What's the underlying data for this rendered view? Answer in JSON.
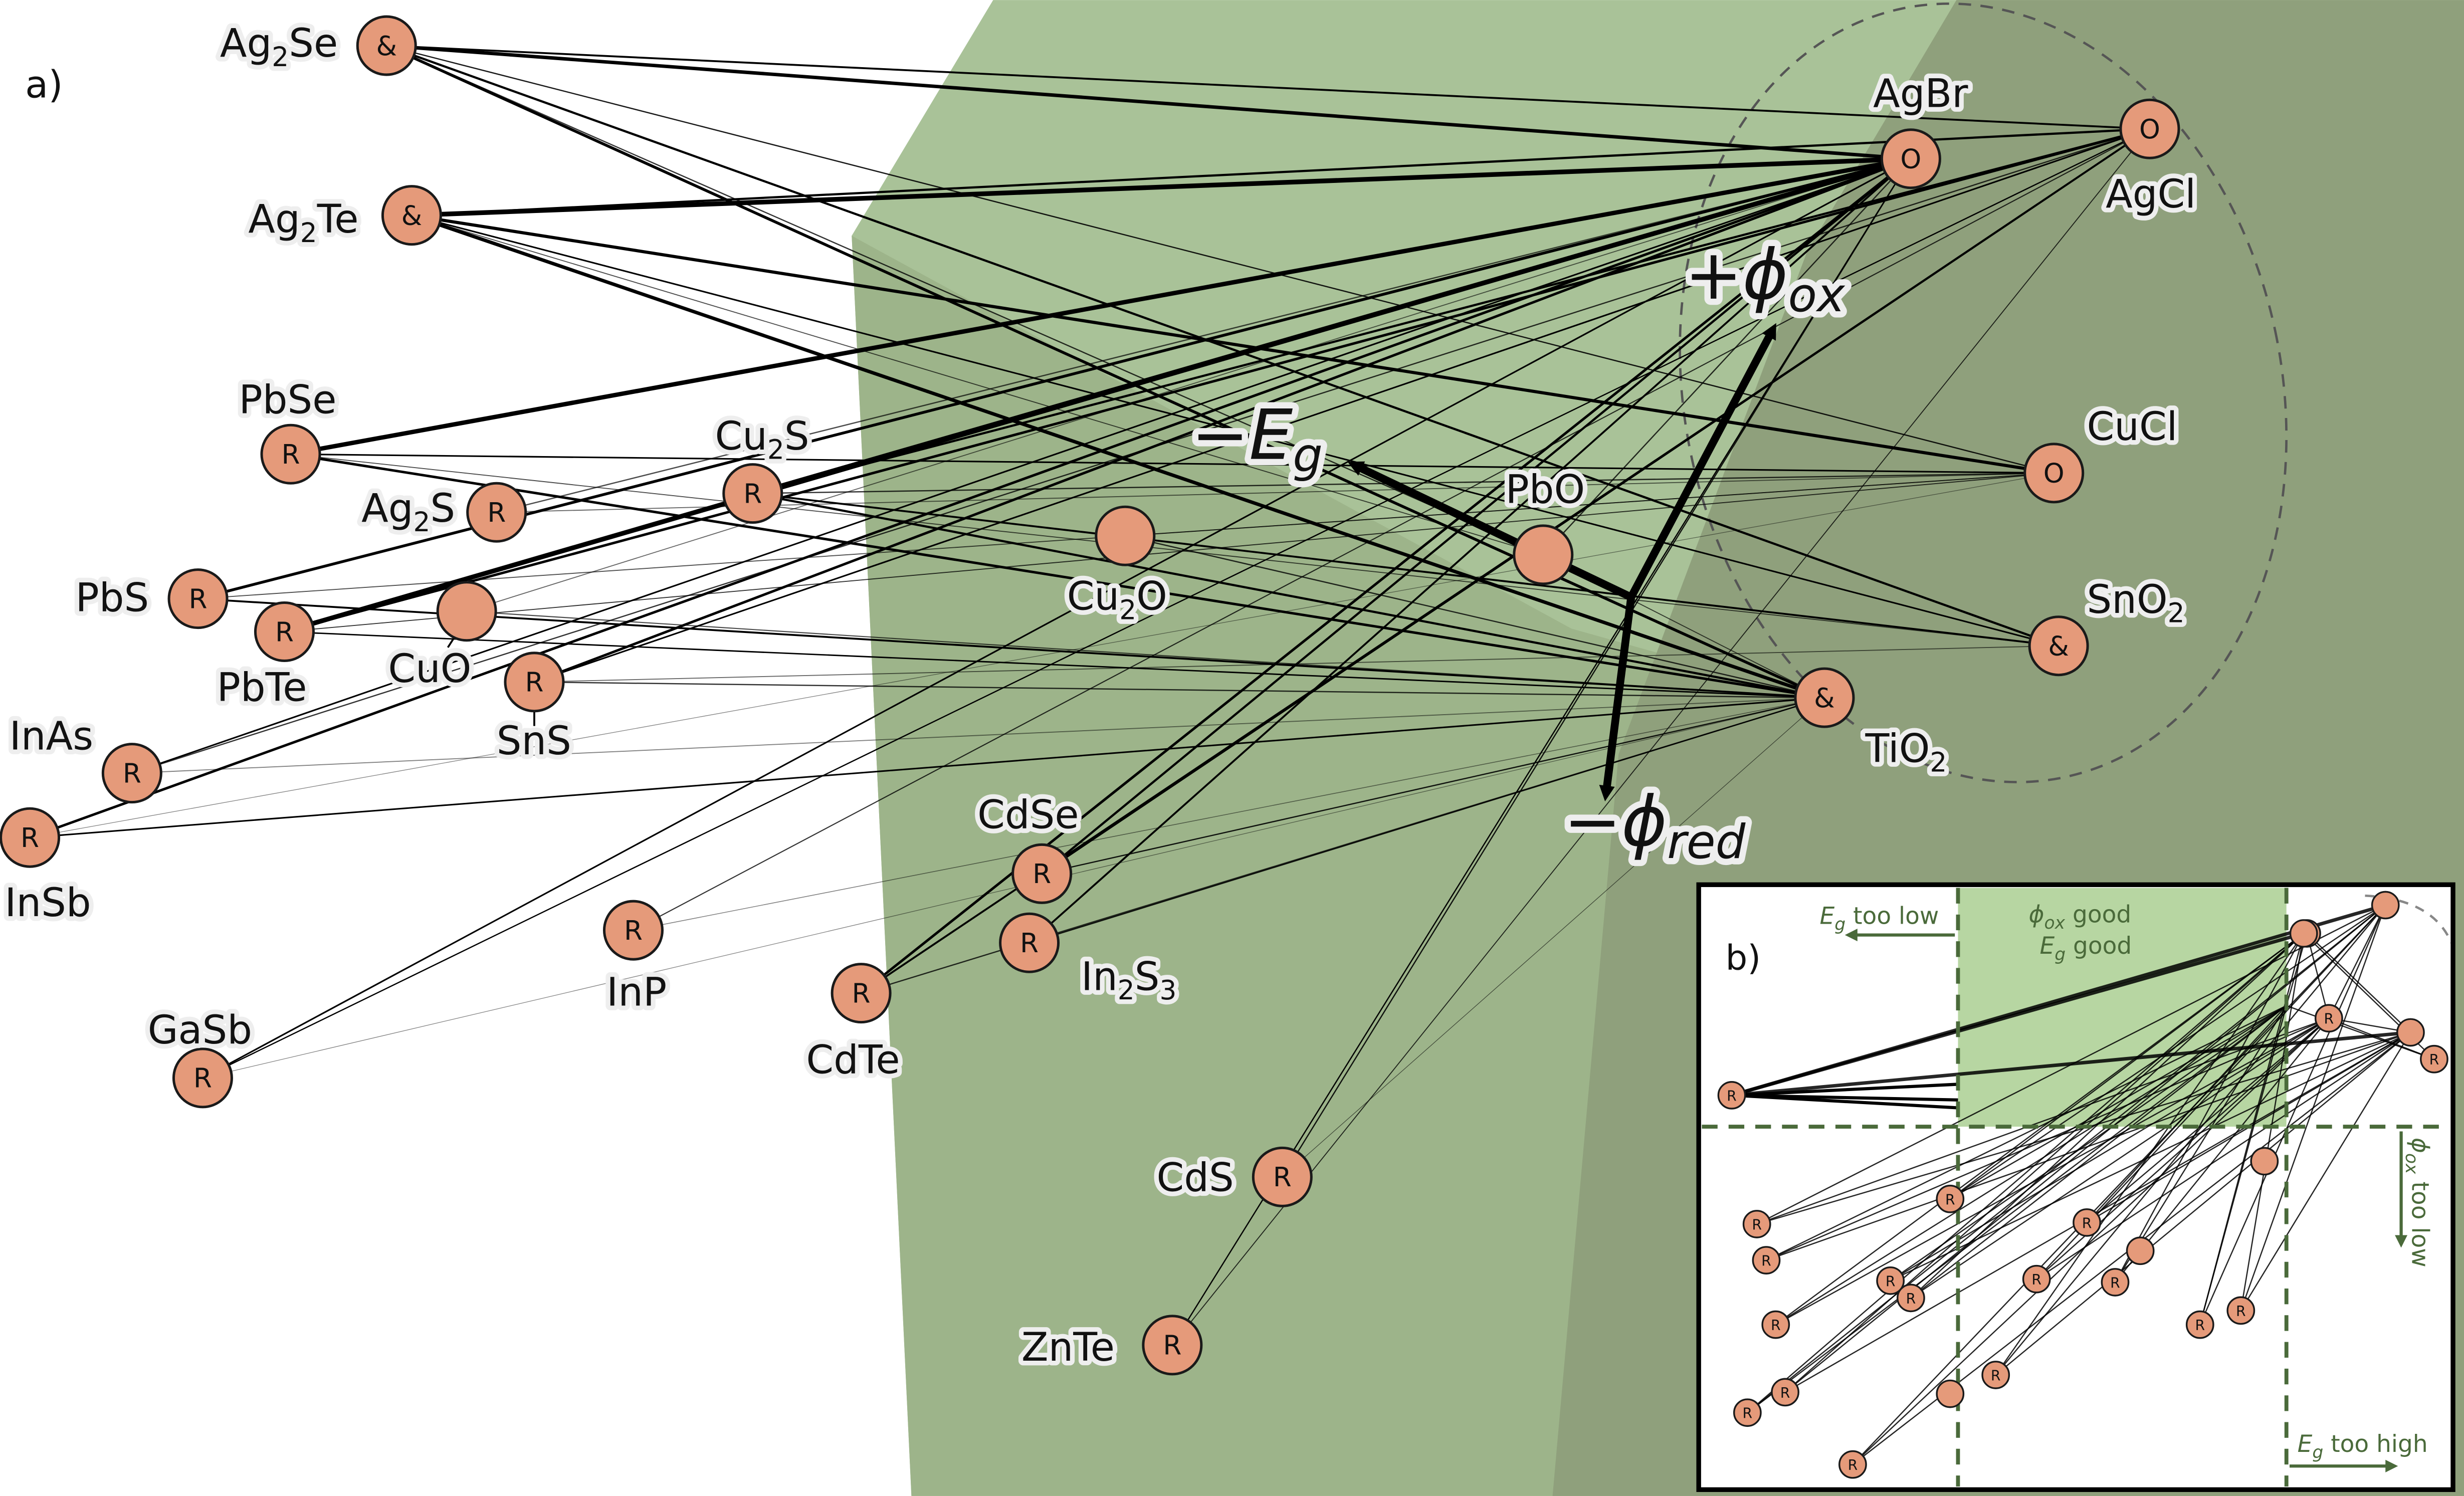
{
  "panel_a": {
    "label": "a)",
    "axes": {
      "neg_eg": {
        "prefix": "−",
        "symbol": "E",
        "sub": "g"
      },
      "pos_phi_ox": {
        "prefix": "+",
        "symbol": "ϕ",
        "sub": "ox"
      },
      "neg_phi_red": {
        "prefix": "−",
        "symbol": "ϕ",
        "sub": "red"
      }
    },
    "materials": [
      {
        "id": "Ag2Se",
        "name": "Ag",
        "sub": "2",
        "suffix": "Se",
        "marker": "&"
      },
      {
        "id": "Ag2Te",
        "name": "Ag",
        "sub": "2",
        "suffix": "Te",
        "marker": "&"
      },
      {
        "id": "PbSe",
        "name": "PbSe",
        "marker": "R"
      },
      {
        "id": "Ag2S",
        "name": "Ag",
        "sub": "2",
        "suffix": "S",
        "marker": "R"
      },
      {
        "id": "Cu2S",
        "name": "Cu",
        "sub": "2",
        "suffix": "S",
        "marker": "R"
      },
      {
        "id": "PbS",
        "name": "PbS",
        "marker": "R"
      },
      {
        "id": "PbTe",
        "name": "PbTe",
        "marker": "R"
      },
      {
        "id": "CuO",
        "name": "CuO",
        "marker": ""
      },
      {
        "id": "SnS",
        "name": "SnS",
        "marker": "R"
      },
      {
        "id": "InAs",
        "name": "InAs",
        "marker": "R"
      },
      {
        "id": "InSb",
        "name": "InSb",
        "marker": "R"
      },
      {
        "id": "InP",
        "name": "InP",
        "marker": "R"
      },
      {
        "id": "GaSb",
        "name": "GaSb",
        "marker": "R"
      },
      {
        "id": "Cu2O",
        "name": "Cu",
        "sub": "2",
        "suffix": "O",
        "marker": ""
      },
      {
        "id": "CdSe",
        "name": "CdSe",
        "marker": "R"
      },
      {
        "id": "In2S3",
        "name": "In",
        "sub": "2",
        "suffix": "S",
        "sub2": "3",
        "marker": "R"
      },
      {
        "id": "CdTe",
        "name": "CdTe",
        "marker": "R"
      },
      {
        "id": "CdS",
        "name": "CdS",
        "marker": "R"
      },
      {
        "id": "ZnTe",
        "name": "ZnTe",
        "marker": "R"
      },
      {
        "id": "PbO",
        "name": "PbO",
        "marker": ""
      },
      {
        "id": "AgBr",
        "name": "AgBr",
        "marker": "O"
      },
      {
        "id": "AgCl",
        "name": "AgCl",
        "marker": "O"
      },
      {
        "id": "CuCl",
        "name": "CuCl",
        "marker": "O"
      },
      {
        "id": "SnO2",
        "name": "SnO",
        "sub": "2",
        "marker": "&"
      },
      {
        "id": "TiO2",
        "name": "TiO",
        "sub": "2",
        "marker": "&"
      }
    ]
  },
  "panel_b": {
    "label": "b)",
    "eg_too_low": {
      "symbol": "E",
      "sub": "g",
      "text": " too low"
    },
    "eg_too_high": {
      "symbol": "E",
      "sub": "g",
      "text": " too high"
    },
    "phi_ox_good": {
      "symbol": "ϕ",
      "sub": "ox",
      "text": " good"
    },
    "eg_good": {
      "symbol": "E",
      "sub": "g",
      "text": " good"
    },
    "phi_ox_too_low": {
      "symbol": "ϕ",
      "sub": "ox",
      "text": " too low"
    },
    "markers": [
      "R",
      "R",
      "R",
      "R",
      "R",
      "R",
      "R",
      "R",
      "R",
      "R",
      "R",
      "R",
      "R",
      "R",
      "R",
      "R",
      "R",
      "R",
      "R"
    ]
  },
  "colors": {
    "region_light": "#a9c298",
    "region_mid": "#9db48a",
    "region_dark": "#8fa07c",
    "node_fill": "#e59a7a",
    "node_stroke": "#1a1a1a",
    "good_zone": "#b7d6a2",
    "inset_text": "#4a6a3a"
  }
}
